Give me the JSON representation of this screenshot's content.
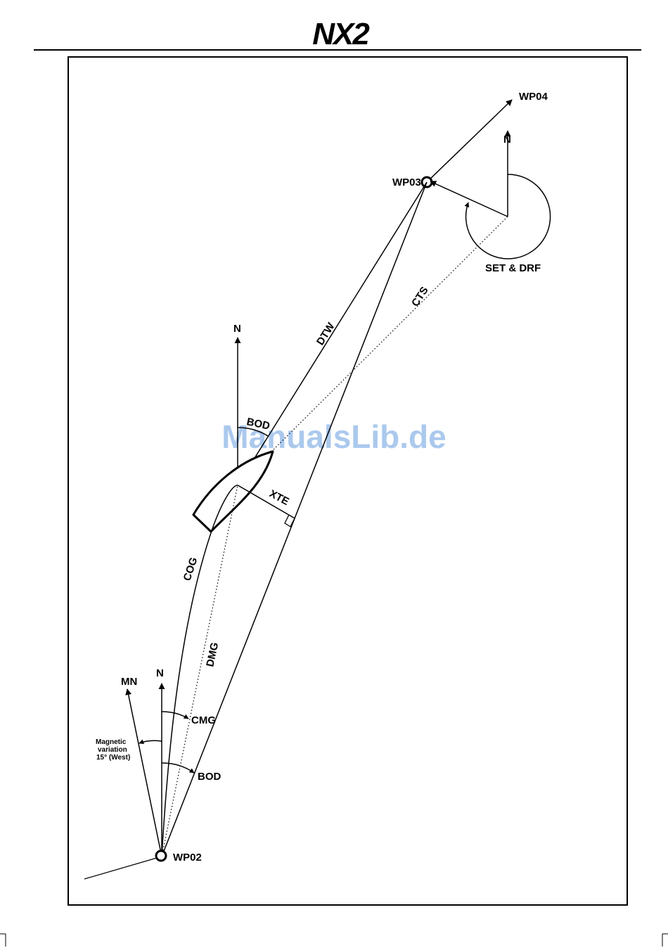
{
  "header": {
    "logo_text": "NX2"
  },
  "watermark": "ManualsLib.de",
  "labels": {
    "wp04": "WP04",
    "wp03": "WP03",
    "wp02": "WP02",
    "n_current": "N",
    "set_drf": "SET & DRF",
    "cts": "CTS",
    "dtw": "DTW",
    "n_boat": "N",
    "bod_boat": "BOD",
    "xte": "XTE",
    "cog": "COG",
    "dmg": "DMG",
    "mn": "MN",
    "n_start": "N",
    "cmg": "CMG",
    "bod_start": "BOD",
    "mag_var_1": "Magnetic",
    "mag_var_2": "variation",
    "mag_var_3": "15° (West)"
  }
}
